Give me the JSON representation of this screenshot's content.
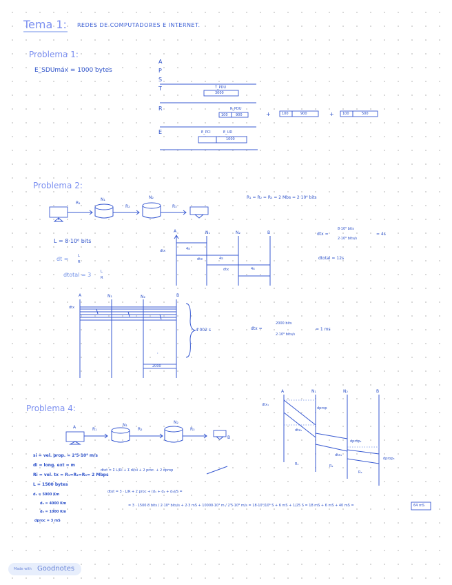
{
  "header": {
    "title": "Tema 1:",
    "subtitle": "REDES DE COMPUTADORES E INTERNET."
  },
  "p1": {
    "title": "Problema 1:",
    "sdu": "E_SDUmáx = 1000 bytes",
    "layers": [
      "A",
      "P",
      "S",
      "T",
      "R",
      "E"
    ],
    "t_pdu": "T_PDU",
    "t_val": "3000",
    "r_pdu": "R_PDU",
    "r_a": "100",
    "r_b": "900",
    "plus": "+",
    "f2a": "100",
    "f2b": "900",
    "f3a": "100",
    "f3b": "500",
    "e_pci": "E_PCI",
    "e_ud": "E_UD",
    "e_val": "1000"
  },
  "p2": {
    "title": "Problema 2:",
    "R1": "R₁",
    "N1": "N₁",
    "R2": "R₂",
    "N2": "N₂",
    "R3": "R₃",
    "rates": "R₁ = R₂ = R₃ = 2 Mbs = 2·10⁶ bits",
    "L": "L = 8·10⁶ bits",
    "dt_lbl": "dt =",
    "frac_L": "L",
    "frac_R": "R",
    "dtotal_lbl": "dtotal = 3",
    "A": "A",
    "B": "B",
    "dtx": "dtx",
    "seg": "4s",
    "dtx_eq": "dtx =",
    "dtx_num": "8·10⁶ bits",
    "dtx_den": "2·10⁶ bits/s",
    "dtx_res": "= 4s",
    "dtotal2": "dtotal = 12s",
    "dtx2": "dtx",
    "brace_val": "4'002 s",
    "dtx3": "dtx =",
    "n3": "2000 bits",
    "d3": "2·10⁶ bits/s",
    "r3": "= 1 ms",
    "last_pkt": "2000",
    "dots": ":"
  },
  "p4": {
    "title": "Problema 4:",
    "A": "A",
    "N1": "N₁",
    "N2": "N₂",
    "B": "B",
    "R1": "R₁",
    "R2": "R₂",
    "R3": "R₃",
    "lines": [
      "si = vel. prop. = 2'5·10⁸ m/s",
      "di = long. ext = m",
      "Ri = vel. tx = R₁=R₂=R₃= 2 Mbps",
      "L = 1500 bytes",
      "d₁ = 5000 Km",
      "d₂ = 4000 Km",
      "d₃ = 1000 Km",
      "dproc = 3 mS"
    ],
    "f1": "dtot = Σ L/Ri + Σ di/si + 2 proc. + 2 dprop",
    "f2": "dtot = 3 · L/R + 2 proc + (d₁ + d₂ + d₃)/S =",
    "f3": "= 3 · 1500·8 bits / 2·10⁶ bits/s + 2·3 mS + 10000·10³ m / 2'5·10⁸ m/s = 18·10³/10⁶ S + 6 mS + 1/25 S = 18 mS + 6 mS + 40 mS =",
    "result": "64 mS",
    "dtx1": "dtx₁",
    "dtx2": "dtx₂",
    "dtx3": "dtx₃",
    "dprop": "dprop",
    "dprop2": "dprop₂",
    "dprop3": "dprop₃"
  },
  "footer": {
    "made_with": "Made with",
    "brand": "Goodnotes"
  }
}
